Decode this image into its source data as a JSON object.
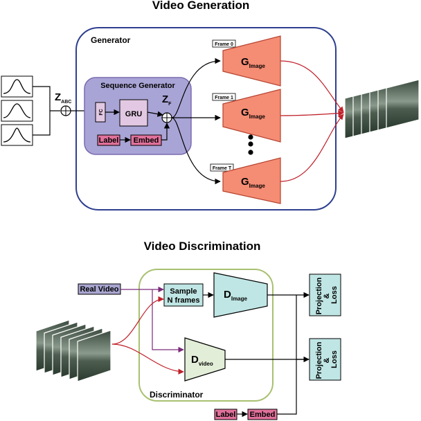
{
  "generation": {
    "title": "Video Generation",
    "generator_label": "Generator",
    "sequence_generator_label": "Sequence Generator",
    "z_abc": {
      "main": "Z",
      "sub": "ABC"
    },
    "z_f": {
      "main": "Z",
      "sub": "F"
    },
    "fc_label": "FC",
    "gru_label": "GRU",
    "label_label": "Label",
    "embed_label": "Embed",
    "g_main": "G",
    "g_sub": "Image",
    "frames": [
      "Frame 0",
      "Frame 1",
      "Frame T"
    ]
  },
  "discrimination": {
    "title": "Video Discrimination",
    "discriminator_label": "Discriminator",
    "real_video_label": "Real Video",
    "sample_line1": "Sample",
    "sample_line2": "N frames",
    "d_main": "D",
    "d_image_sub": "Image",
    "d_video_sub": "video",
    "projection_line1": "Projection",
    "projection_line2": "&",
    "projection_line3": "Loss",
    "label_label": "Label",
    "embed_label": "Embed"
  },
  "colors": {
    "generator_border": "#2e3f8f",
    "sequence_fill": "#a9a4d6",
    "gru_fill": "#e2c8e2",
    "label_fill": "#e0719a",
    "g_fill": "#f58c74",
    "g_stroke": "#b5422e",
    "red_arrow": "#c0202a",
    "purple_arrow": "#7a2a7a",
    "real_video_fill": "#a8a5cf",
    "sample_fill": "#bfe6e4",
    "d_image_fill": "#bfe6e4",
    "d_video_fill": "#e3eed8",
    "projection_fill": "#bfe6e4",
    "discriminator_border": "#a8c070"
  }
}
